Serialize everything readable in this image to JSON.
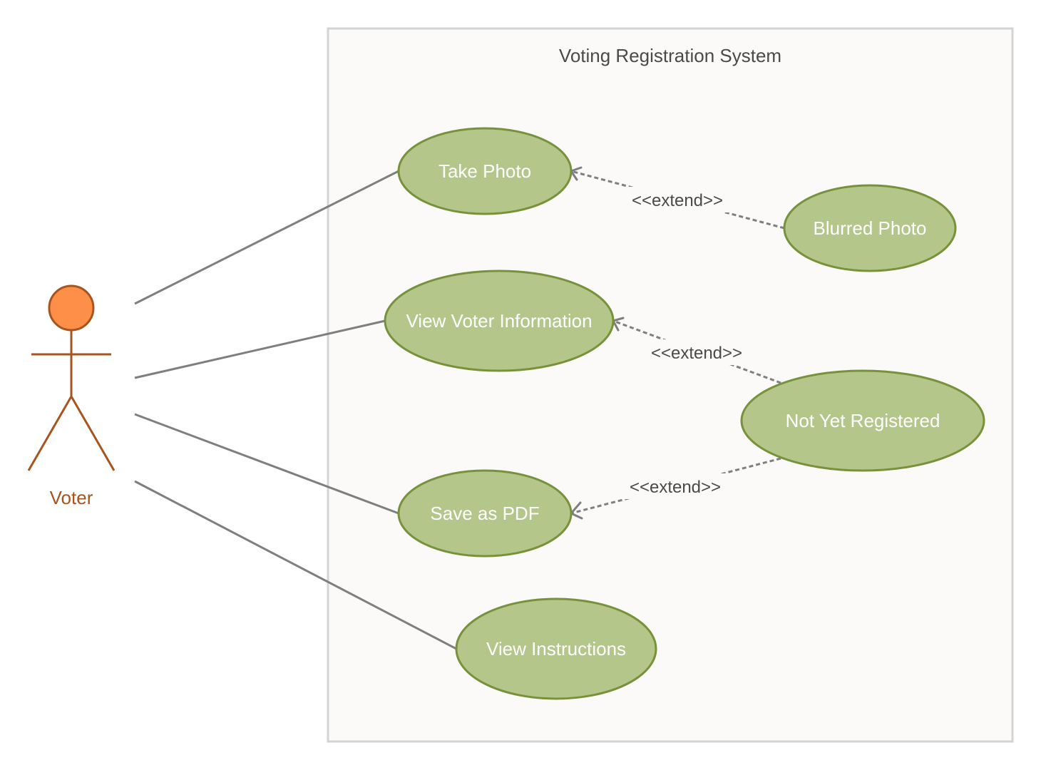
{
  "diagram": {
    "system": {
      "title": "Voting Registration System"
    },
    "actor": {
      "label": "Voter"
    },
    "use_cases": {
      "take_photo": "Take Photo",
      "blurred_photo": "Blurred Photo",
      "view_voter_information": "View Voter Information",
      "not_yet_registered": "Not Yet Registered",
      "save_as_pdf": "Save as PDF",
      "view_instructions": "View Instructions"
    },
    "relations": {
      "extend_blurred_to_take_photo": "<<extend>>",
      "extend_not_registered_to_view_info": "<<extend>>",
      "extend_not_registered_to_save_pdf": "<<extend>>"
    },
    "colors": {
      "usecase_fill": "#b4c689",
      "usecase_stroke": "#77923a",
      "actor_head": "#fd8f48",
      "actor_line": "#a8541e",
      "connector": "#7f7f7f",
      "boundary": "#d4d4d4"
    }
  }
}
